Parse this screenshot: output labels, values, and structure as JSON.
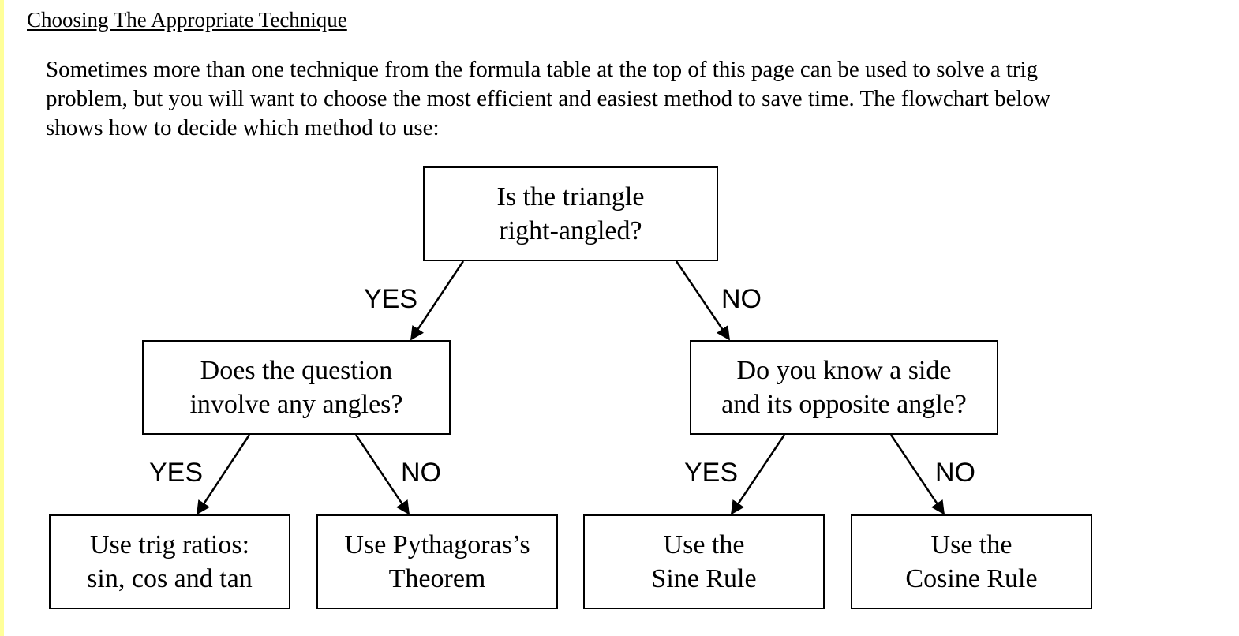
{
  "heading": "Choosing The Appropriate Technique",
  "intro_lines": [
    "Sometimes more than one technique from the formula table at the top of this page can be used to solve a trig",
    "problem, but you will want to choose the most efficient and easiest method to save time. The flowchart below",
    "shows how to decide which method to use:"
  ],
  "flowchart": {
    "root": {
      "line1": "Is the triangle",
      "line2": "right-angled?"
    },
    "left_question": {
      "line1": "Does the question",
      "line2": "involve any angles?"
    },
    "right_question": {
      "line1": "Do you know a side",
      "line2": "and its opposite angle?"
    },
    "leaf_trig": {
      "line1": "Use trig ratios:",
      "line2": "sin, cos and tan"
    },
    "leaf_pythagoras": {
      "line1": "Use Pythagoras’s",
      "line2": "Theorem"
    },
    "leaf_sine": {
      "line1": "Use the",
      "line2": "Sine Rule"
    },
    "leaf_cosine": {
      "line1": "Use the",
      "line2": "Cosine Rule"
    },
    "edge_labels": {
      "root_yes": "YES",
      "root_no": "NO",
      "left_yes": "YES",
      "left_no": "NO",
      "right_yes": "YES",
      "right_no": "NO"
    }
  },
  "colors": {
    "accent_bar": "#ffff99",
    "line": "#000000"
  }
}
